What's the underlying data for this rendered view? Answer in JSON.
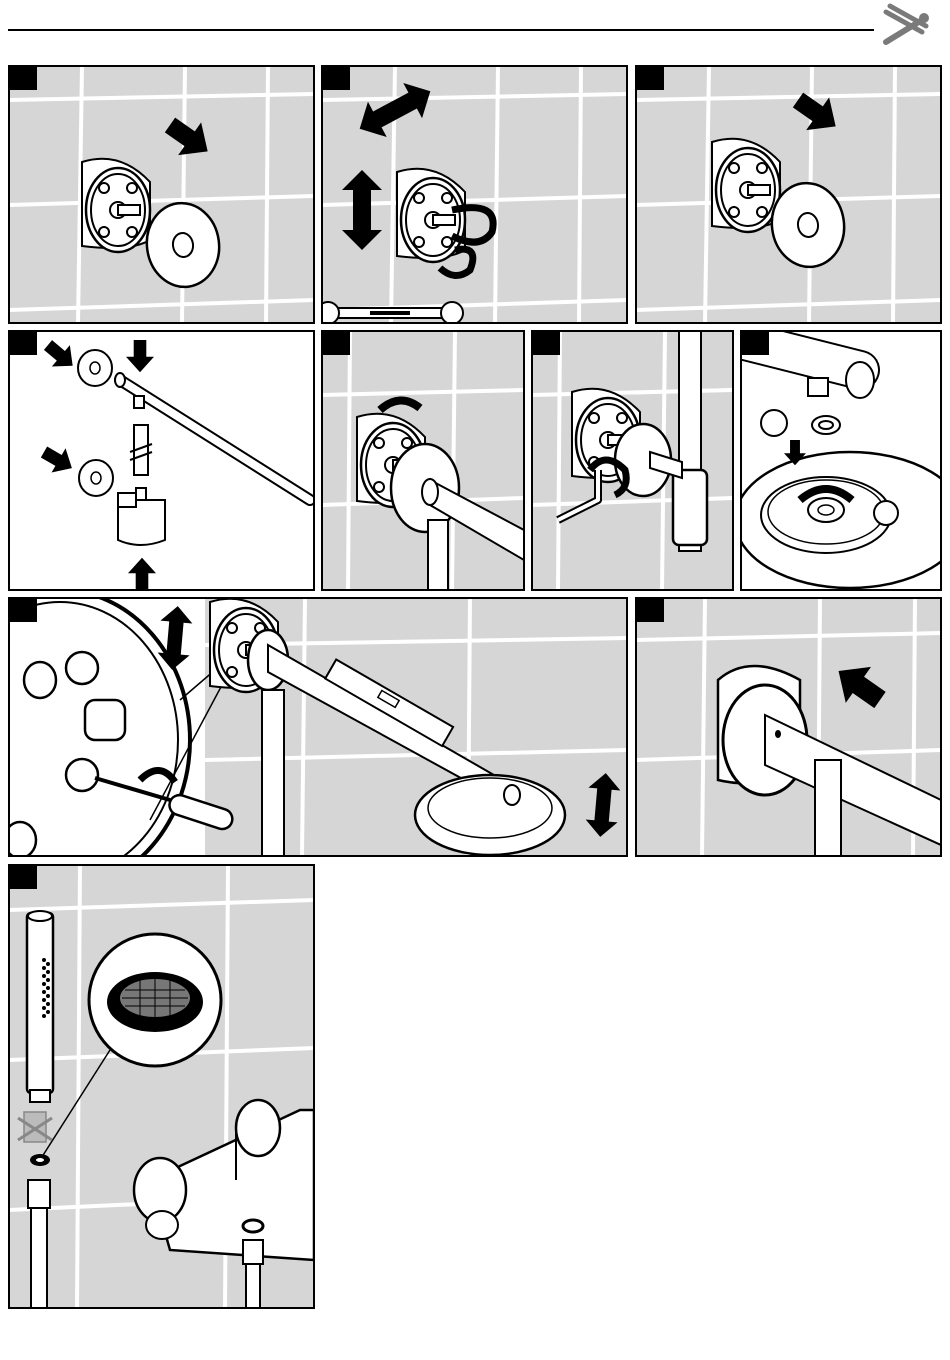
{
  "header": {
    "icon": "wrench-screwdriver-icon"
  },
  "steps": [
    {
      "id": "step-1",
      "icons": [
        "wall-bracket-icon",
        "cover-rosette-icon",
        "push-arrow-icon"
      ]
    },
    {
      "id": "step-2",
      "icons": [
        "wall-bracket-icon",
        "horizontal-adjust-arrow-icon",
        "vertical-adjust-arrow-icon",
        "rotate-arrow-icon",
        "open-end-wrench-icon"
      ]
    },
    {
      "id": "step-3",
      "icons": [
        "wall-bracket-icon",
        "cover-rosette-icon",
        "push-arrow-icon"
      ]
    },
    {
      "id": "step-4",
      "icons": [
        "shower-arm-icon",
        "rosette-icon",
        "riser-pipe-icon",
        "push-arrow-icon"
      ]
    },
    {
      "id": "step-5",
      "icons": [
        "wall-bracket-icon",
        "rotate-arrow-icon",
        "shower-arm-icon"
      ]
    },
    {
      "id": "step-6",
      "icons": [
        "allen-key-icon",
        "rotate-arrow-icon",
        "riser-pipe-icon"
      ]
    },
    {
      "id": "step-7",
      "icons": [
        "shower-head-icon",
        "seal-ring-icon",
        "rotate-arrow-icon"
      ]
    },
    {
      "id": "step-8",
      "icons": [
        "wall-bracket-icon",
        "screwdriver-icon",
        "spirit-level-icon",
        "shower-head-icon",
        "vertical-adjust-arrow-icon"
      ]
    },
    {
      "id": "step-9",
      "icons": [
        "wall-bracket-icon",
        "push-arrow-icon",
        "shower-arm-icon"
      ]
    },
    {
      "id": "step-10",
      "icons": [
        "hand-shower-icon",
        "filter-screen-icon",
        "hose-icon",
        "thermostat-mixer-icon",
        "seal-ring-icon"
      ]
    }
  ],
  "colors": {
    "tile": "#d6d6d6",
    "grout": "#ffffff",
    "line": "#000000"
  }
}
